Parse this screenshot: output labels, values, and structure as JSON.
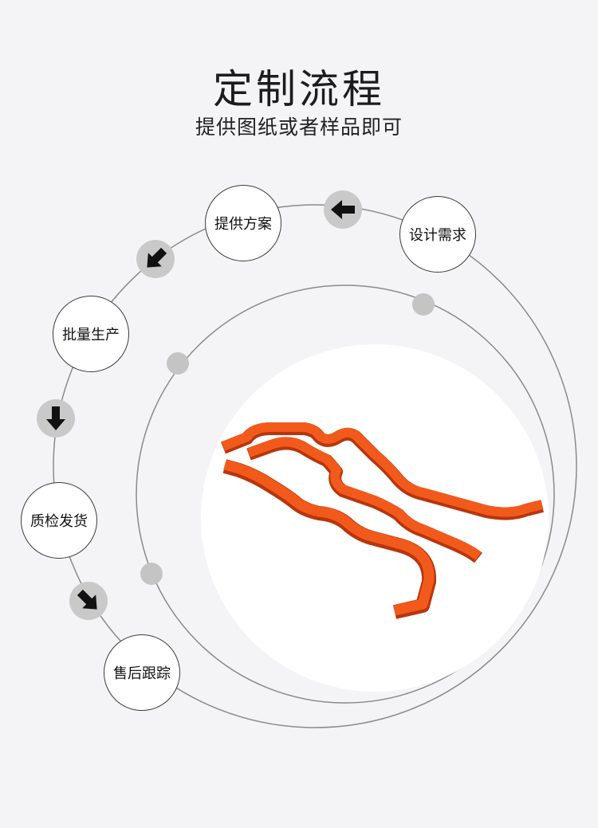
{
  "heading": {
    "title": "定制流程",
    "subtitle": "提供图纸或者样品即可"
  },
  "steps": [
    {
      "label": "设计需求"
    },
    {
      "label": "提供方案"
    },
    {
      "label": "批量生产"
    },
    {
      "label": "质检发货"
    },
    {
      "label": "售后跟踪"
    }
  ],
  "arrows": [
    {
      "icon": "arrow-left-icon"
    },
    {
      "icon": "arrow-down-left-icon"
    },
    {
      "icon": "arrow-down-icon"
    },
    {
      "icon": "arrow-down-right-icon"
    }
  ],
  "product": {
    "name": "orange-bent-busbars",
    "color": "#f25a1c"
  }
}
